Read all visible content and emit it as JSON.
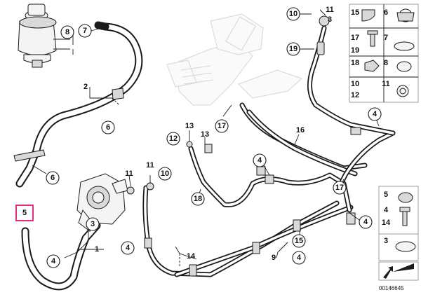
{
  "diagram_id": "00146645",
  "highlight_color": "#e0307f",
  "callouts": {
    "c8": "8",
    "c7": "7",
    "c2": "2",
    "c6a": "6",
    "c6b": "6",
    "c5": "5",
    "c3": "3",
    "c1": "1",
    "c4a": "4",
    "c4b": "4",
    "c11a": "11",
    "c11b": "11",
    "c10a": "10",
    "c13a": "13",
    "c13b": "13",
    "c12": "12",
    "c18": "18",
    "c17a": "17",
    "c17b": "17",
    "c16": "16",
    "c4c": "4",
    "c4d": "4",
    "c4e": "4",
    "c14": "14",
    "c9": "9",
    "c15": "15",
    "c4f": "4",
    "c10b": "10",
    "c11c": "11",
    "c3b": "3",
    "c19": "19"
  },
  "side_panel": {
    "top_rows": [
      {
        "left": "15",
        "right": "6"
      },
      {
        "left": "17",
        "left2": "19",
        "right": "7"
      },
      {
        "left": "18",
        "right": "8"
      },
      {
        "left": "10",
        "left2": "12",
        "right": "11"
      }
    ],
    "bottom_rows": [
      {
        "left": "5",
        "left2": "4",
        "left3": "14"
      },
      {
        "left": "3"
      }
    ]
  }
}
